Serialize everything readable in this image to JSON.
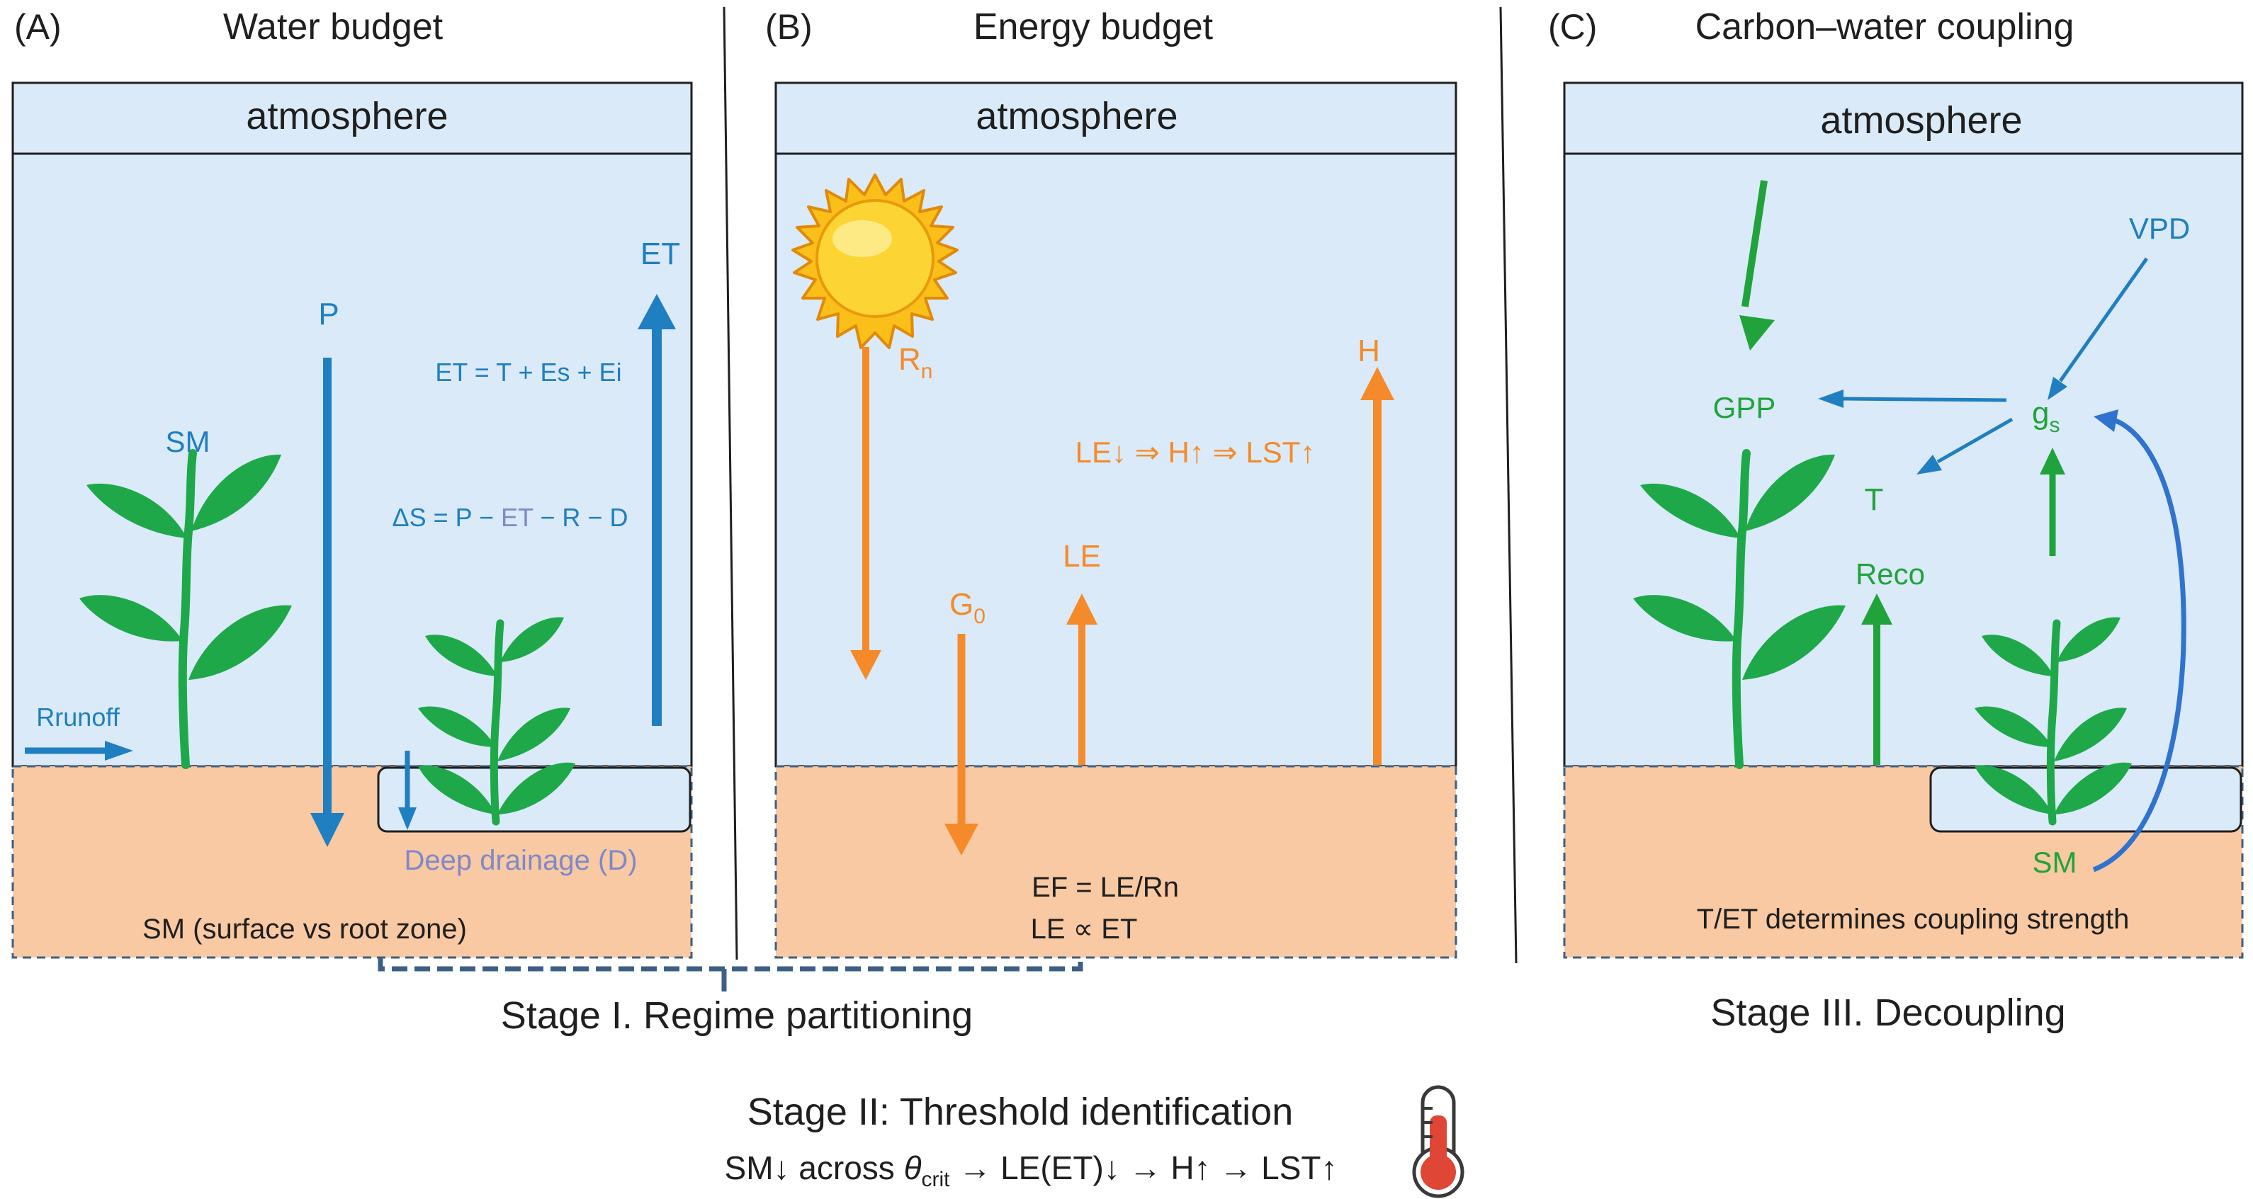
{
  "colors": {
    "sky": "#daeaf8",
    "soil": "#f8c9a2",
    "outline": "#1f1f1f",
    "dash": "#3d5f86",
    "blue": "#1f7fc0",
    "orange": "#f58a2a",
    "green": "#21a33b",
    "purple": "#7f89c9",
    "leaf": "#1ea84a"
  },
  "panel_a": {
    "letter": "(A)",
    "title": "Water budget",
    "atmosphere": "atmosphere",
    "et_label": "ET",
    "p_label": "P",
    "sm_label": "SM",
    "et_eq": "ET = T + Es + Ei",
    "ds_pre": "ΔS = P − ",
    "ds_et": "ET",
    "ds_post": " − R − D",
    "runoff": "Rrunoff",
    "deep_drainage": "Deep drainage (D)",
    "soil_label": "SM (surface vs root zone)"
  },
  "panel_b": {
    "letter": "(B)",
    "title": "Energy budget",
    "atmosphere": "atmosphere",
    "rn_main": "R",
    "rn_sub": "n",
    "g0_main": "G",
    "g0_sub": "0",
    "le_label": "LE",
    "h_label": "H",
    "chain": "LE↓ ⇒ H↑ ⇒ LST↑",
    "ef_eq": "EF = LE/Rn",
    "le_prop": "LE ∝ ET"
  },
  "panel_c": {
    "letter": "(C)",
    "title": "Carbon–water coupling",
    "atmosphere": "atmosphere",
    "vpd": "VPD",
    "gpp": "GPP",
    "gs_main": "g",
    "gs_sub": "s",
    "t_label": "T",
    "reco": "Reco",
    "sm_label": "SM",
    "soil_label": "T/ET determines coupling strength"
  },
  "stages": {
    "stage1": "Stage I. Regime partitioning",
    "stage3": "Stage III. Decoupling",
    "stage2_title": "Stage II: Threshold identification",
    "stage2_pre": "SM↓ across ",
    "theta": "θ",
    "crit": "crit",
    "stage2_post": " → LE(ET)↓ → H↑ → LST↑"
  }
}
